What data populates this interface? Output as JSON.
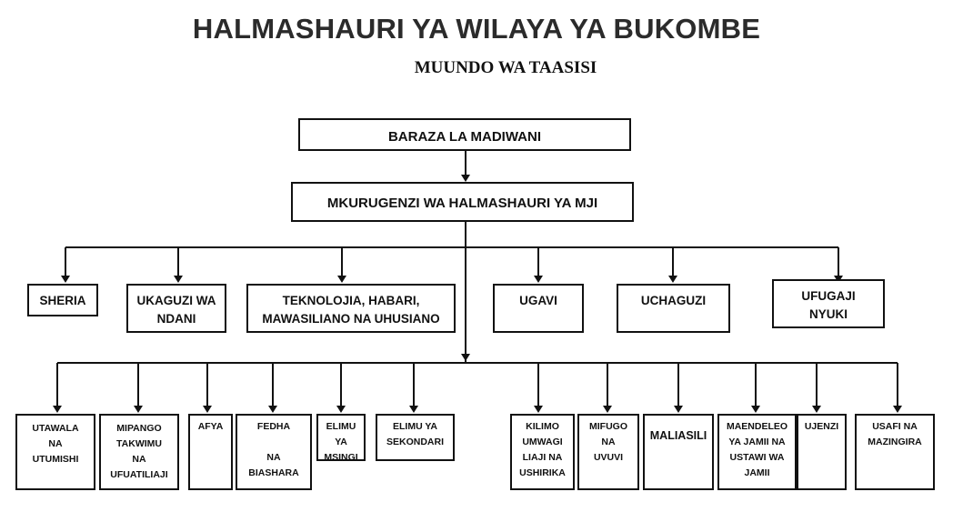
{
  "title": "HALMASHAURI YA WILAYA YA BUKOMBE",
  "subtitle": "MUUNDO WA TAASISI",
  "nodes": {
    "council": [
      "BARAZA LA MADIWANI"
    ],
    "director": [
      "MKURUGENZI WA HALMASHAURI YA MJI"
    ],
    "units": [
      [
        "SHERIA"
      ],
      [
        "UKAGUZI WA",
        "NDANI"
      ],
      [
        "TEKNOLOJIA, HABARI,",
        "MAWASILIANO NA UHUSIANO"
      ],
      [
        "UGAVI"
      ],
      [
        "UCHAGUZI"
      ],
      [
        "UFUGAJI",
        "NYUKI"
      ]
    ],
    "departments": [
      [
        "UTAWALA",
        "NA",
        "UTUMISHI"
      ],
      [
        "MIPANGO",
        "TAKWIMU",
        "NA",
        "UFUATILIAJI"
      ],
      [
        "AFYA"
      ],
      [
        "FEDHA",
        "",
        "NA",
        "BIASHARA"
      ],
      [
        "ELIMU",
        "YA",
        "MSINGI"
      ],
      [
        "ELIMU YA",
        "SEKONDARI"
      ],
      [
        "KILIMO",
        "UMWAGI",
        "LIAJI NA",
        "USHIRIKA"
      ],
      [
        "MIFUGO",
        "NA",
        "UVUVI"
      ],
      [
        "MALIASILI"
      ],
      [
        "MAENDELEO",
        "YA JAMII NA",
        "USTAWI WA",
        "JAMII"
      ],
      [
        "UJENZI"
      ],
      [
        "USAFI NA",
        "MAZINGIRA"
      ]
    ]
  }
}
